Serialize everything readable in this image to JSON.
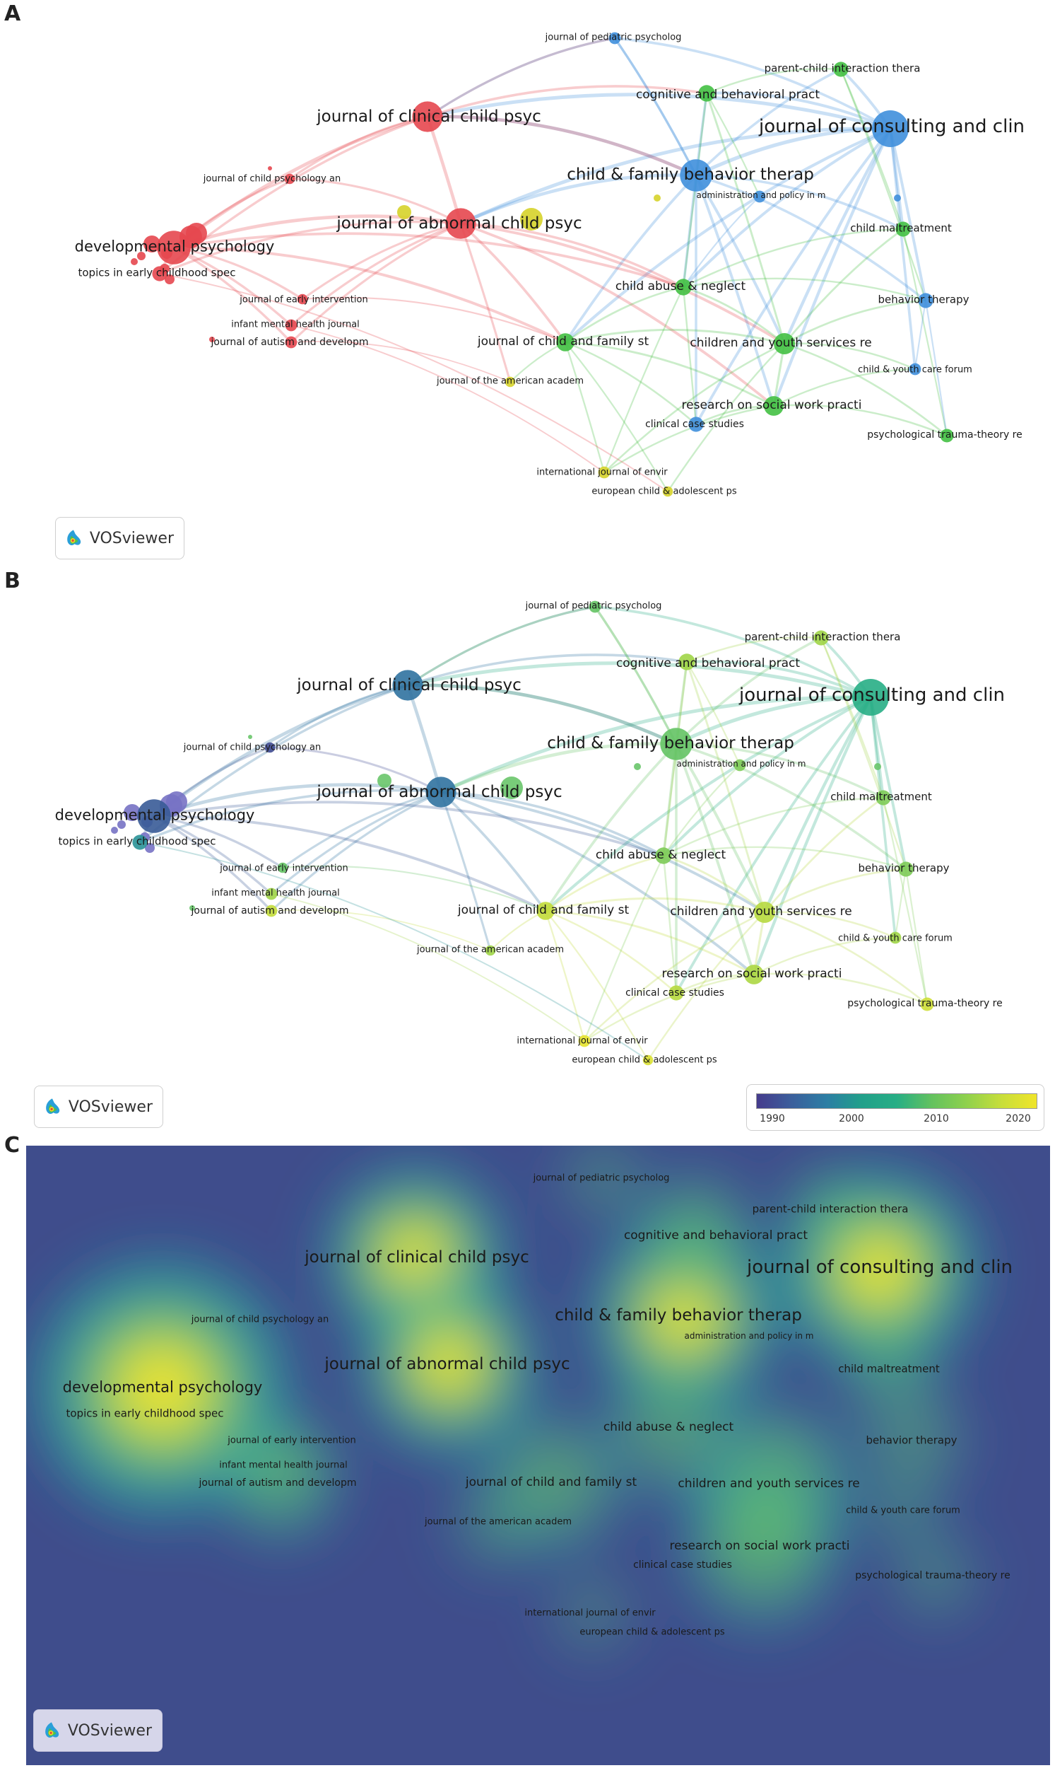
{
  "panels": {
    "a": {
      "letter": "A",
      "badge": "VOSviewer"
    },
    "b": {
      "letter": "B",
      "badge": "VOSviewer"
    },
    "c": {
      "letter": "C",
      "badge": "VOSviewer"
    }
  },
  "legend": {
    "ticks": [
      "1990",
      "2000",
      "2010",
      "2020"
    ],
    "colors": [
      "#453b8c",
      "#2c7ea4",
      "#27ae85",
      "#8fd14d",
      "#f0e52a"
    ]
  },
  "cluster_colors": {
    "red": "#e5474f",
    "blue": "#3f8fdc",
    "green": "#43c042",
    "yellow": "#d6d32a"
  },
  "nodes": [
    {
      "label": "journal of pediatric psycholog",
      "cluster": "blue",
      "weight": 0.2,
      "year": 2010
    },
    {
      "label": "parent-child interaction thera",
      "cluster": "green",
      "weight": 0.3,
      "year": 2015
    },
    {
      "label": "cognitive and behavioral pract",
      "cluster": "green",
      "weight": 0.35,
      "year": 2015
    },
    {
      "label": "journal of consulting and clin",
      "cluster": "blue",
      "weight": 1.0,
      "year": 2005
    },
    {
      "label": "journal of clinical child psyc",
      "cluster": "red",
      "weight": 0.8,
      "year": 1995
    },
    {
      "label": "child & family behavior therap",
      "cluster": "blue",
      "weight": 0.85,
      "year": 2010
    },
    {
      "label": "administration and policy in m",
      "cluster": "blue",
      "weight": 0.2,
      "year": 2012
    },
    {
      "label": "journal of child psychology an",
      "cluster": "red",
      "weight": 0.15,
      "year": 1990
    },
    {
      "label": "journal of abnormal child psyc",
      "cluster": "red",
      "weight": 0.8,
      "year": 1995
    },
    {
      "label": "child maltreatment",
      "cluster": "green",
      "weight": 0.3,
      "year": 2012
    },
    {
      "label": "developmental psychology",
      "cluster": "red",
      "weight": 0.9,
      "year": 1992
    },
    {
      "label": "topics in early childhood spec",
      "cluster": "red",
      "weight": 0.3,
      "year": 2000
    },
    {
      "label": "child abuse & neglect",
      "cluster": "green",
      "weight": 0.35,
      "year": 2012
    },
    {
      "label": "behavior therapy",
      "cluster": "blue",
      "weight": 0.3,
      "year": 2012
    },
    {
      "label": "journal of early intervention",
      "cluster": "red",
      "weight": 0.15,
      "year": 2010
    },
    {
      "label": "infant mental health journal",
      "cluster": "red",
      "weight": 0.2,
      "year": 2015
    },
    {
      "label": "journal of autism and developm",
      "cluster": "red",
      "weight": 0.2,
      "year": 2018
    },
    {
      "label": "journal of child and family st",
      "cluster": "green",
      "weight": 0.4,
      "year": 2018
    },
    {
      "label": "children and youth services re",
      "cluster": "green",
      "weight": 0.5,
      "year": 2017
    },
    {
      "label": "child & youth care forum",
      "cluster": "blue",
      "weight": 0.2,
      "year": 2015
    },
    {
      "label": "journal of the american academ",
      "cluster": "yellow",
      "weight": 0.15,
      "year": 2015
    },
    {
      "label": "research on social work practi",
      "cluster": "green",
      "weight": 0.45,
      "year": 2016
    },
    {
      "label": "clinical case studies",
      "cluster": "blue",
      "weight": 0.3,
      "year": 2017
    },
    {
      "label": "psychological trauma-theory re",
      "cluster": "green",
      "weight": 0.25,
      "year": 2019
    },
    {
      "label": "international journal of envir",
      "cluster": "yellow",
      "weight": 0.2,
      "year": 2021
    },
    {
      "label": "european child & adolescent ps",
      "cluster": "yellow",
      "weight": 0.15,
      "year": 2020
    }
  ]
}
